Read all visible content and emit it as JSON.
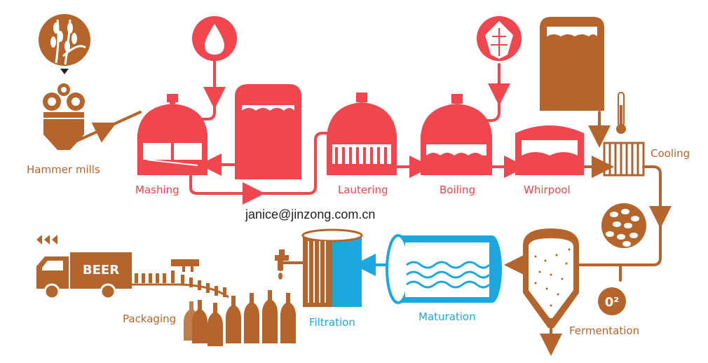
{
  "labels": {
    "hammer_mills": "Hammer mills",
    "mashing": "Mashing",
    "lautering": "Lautering",
    "boiling": "Boiling",
    "whirpool": "Whirpool",
    "cooling": "Cooling",
    "fermentation": "Fermentation",
    "maturation": "Maturation",
    "filtration": "Filtration",
    "packaging": "Packaging"
  },
  "truck_text": "BEER",
  "oxygen_text": "0²",
  "watermark": "janice@jinzong.com.cn",
  "colors": {
    "brown": "#b5652b",
    "red": "#f0464d",
    "blue": "#1ba8e0"
  },
  "icons": [
    "wheat-icon",
    "water-drop-icon",
    "hop-icon",
    "thermometer-icon",
    "yeast-icon",
    "oxygen-icon",
    "arrows-left-icon"
  ]
}
